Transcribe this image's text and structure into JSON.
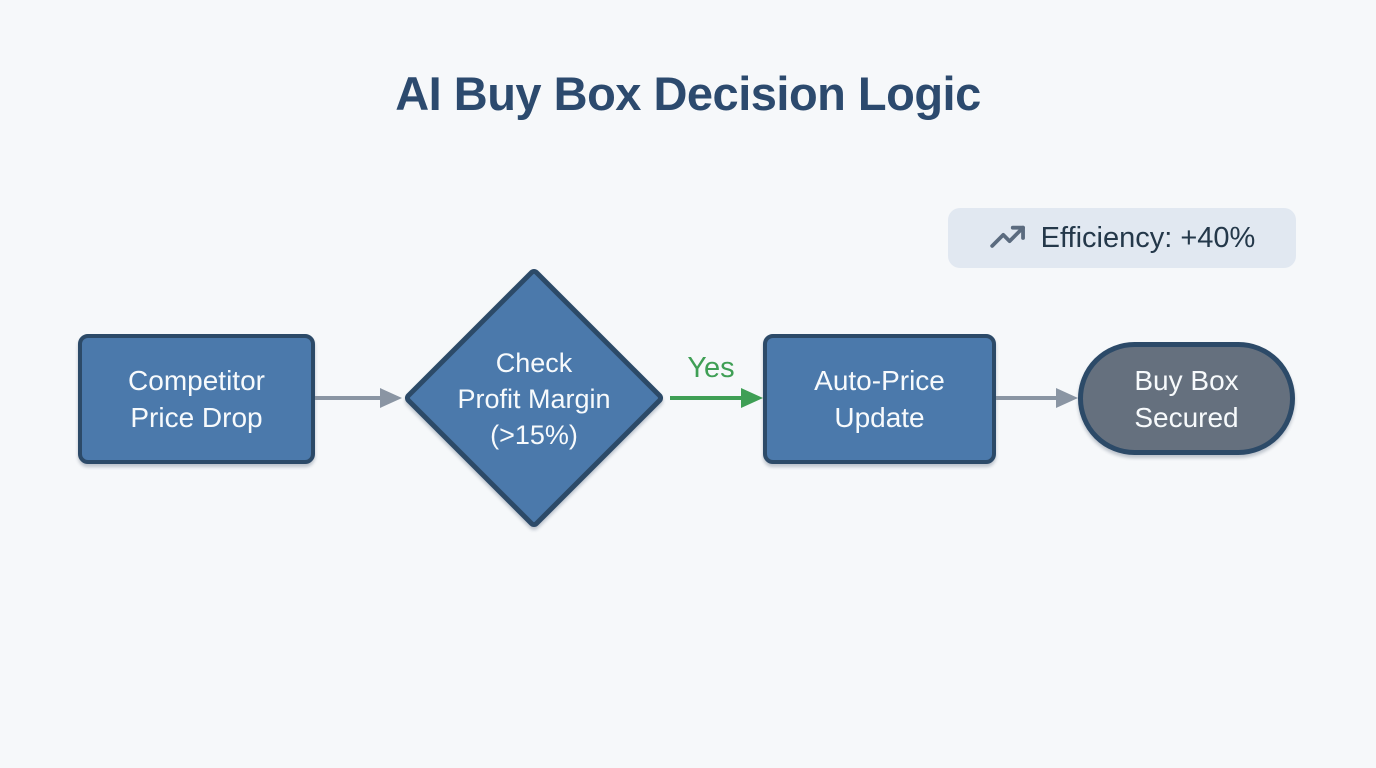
{
  "page": {
    "title": "AI Buy Box Decision Logic",
    "background_color": "#f6f8fa",
    "title_color": "#2c4a6e"
  },
  "badge": {
    "icon": "trending-up-icon",
    "label": "Efficiency: +40%",
    "background_color": "#e1e8f1",
    "text_color": "#24384a",
    "icon_color": "#5b6b7f"
  },
  "flow": {
    "nodes": [
      {
        "id": "competitor-price-drop",
        "shape": "rectangle",
        "lines": [
          "Competitor",
          "Price Drop"
        ],
        "fill": "#4b79ab",
        "border": "#2c4a68",
        "text_color": "#f7fafc"
      },
      {
        "id": "check-profit-margin",
        "shape": "diamond",
        "lines": [
          "Check",
          "Profit Margin",
          "(>15%)"
        ],
        "fill": "#4b79ab",
        "border": "#2c4a68",
        "text_color": "#f7fafc"
      },
      {
        "id": "auto-price-update",
        "shape": "rectangle",
        "lines": [
          "Auto-Price",
          "Update"
        ],
        "fill": "#4b79ab",
        "border": "#2c4a68",
        "text_color": "#f7fafc"
      },
      {
        "id": "buy-box-secured",
        "shape": "pill",
        "lines": [
          "Buy Box",
          "Secured"
        ],
        "fill": "#65707e",
        "border": "#2c4a68",
        "text_color": "#f7fafc"
      }
    ],
    "edges": [
      {
        "from": "competitor-price-drop",
        "to": "check-profit-margin",
        "label": "",
        "color": "#8a95a3"
      },
      {
        "from": "check-profit-margin",
        "to": "auto-price-update",
        "label": "Yes",
        "color": "#3f9f55"
      },
      {
        "from": "auto-price-update",
        "to": "buy-box-secured",
        "label": "",
        "color": "#8a95a3"
      }
    ]
  }
}
